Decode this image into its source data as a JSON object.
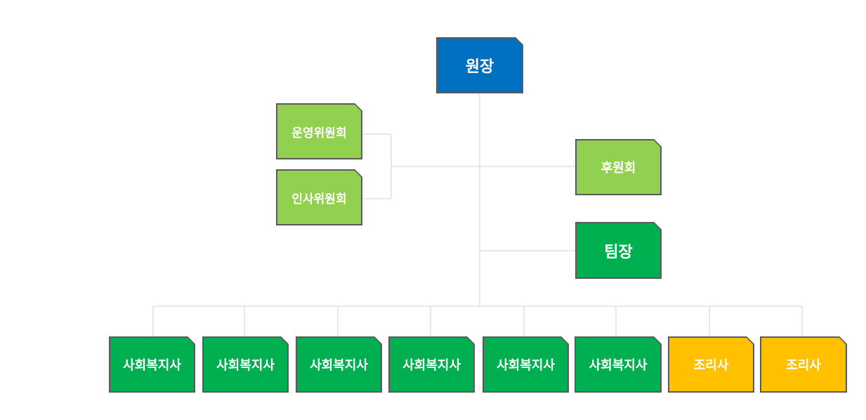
{
  "org_chart": {
    "director": {
      "label": "원장",
      "color": "#0070c0"
    },
    "committees": [
      {
        "label": "운영위원회",
        "color": "#92d050"
      },
      {
        "label": "인사위원회",
        "color": "#92d050"
      }
    ],
    "support_group": {
      "label": "후원회",
      "color": "#92d050"
    },
    "team_leader": {
      "label": "팀장",
      "color": "#00b050"
    },
    "staff": [
      {
        "label": "사회복지사",
        "color": "#00b050"
      },
      {
        "label": "사회복지사",
        "color": "#00b050"
      },
      {
        "label": "사회복지사",
        "color": "#00b050"
      },
      {
        "label": "사회복지사",
        "color": "#00b050"
      },
      {
        "label": "사회복지사",
        "color": "#00b050"
      },
      {
        "label": "사회복지사",
        "color": "#00b050"
      },
      {
        "label": "조리사",
        "color": "#ffc000"
      },
      {
        "label": "조리사",
        "color": "#ffc000"
      }
    ],
    "connector_color": "#d9d9d9",
    "border_color": "#5a5a5a"
  }
}
